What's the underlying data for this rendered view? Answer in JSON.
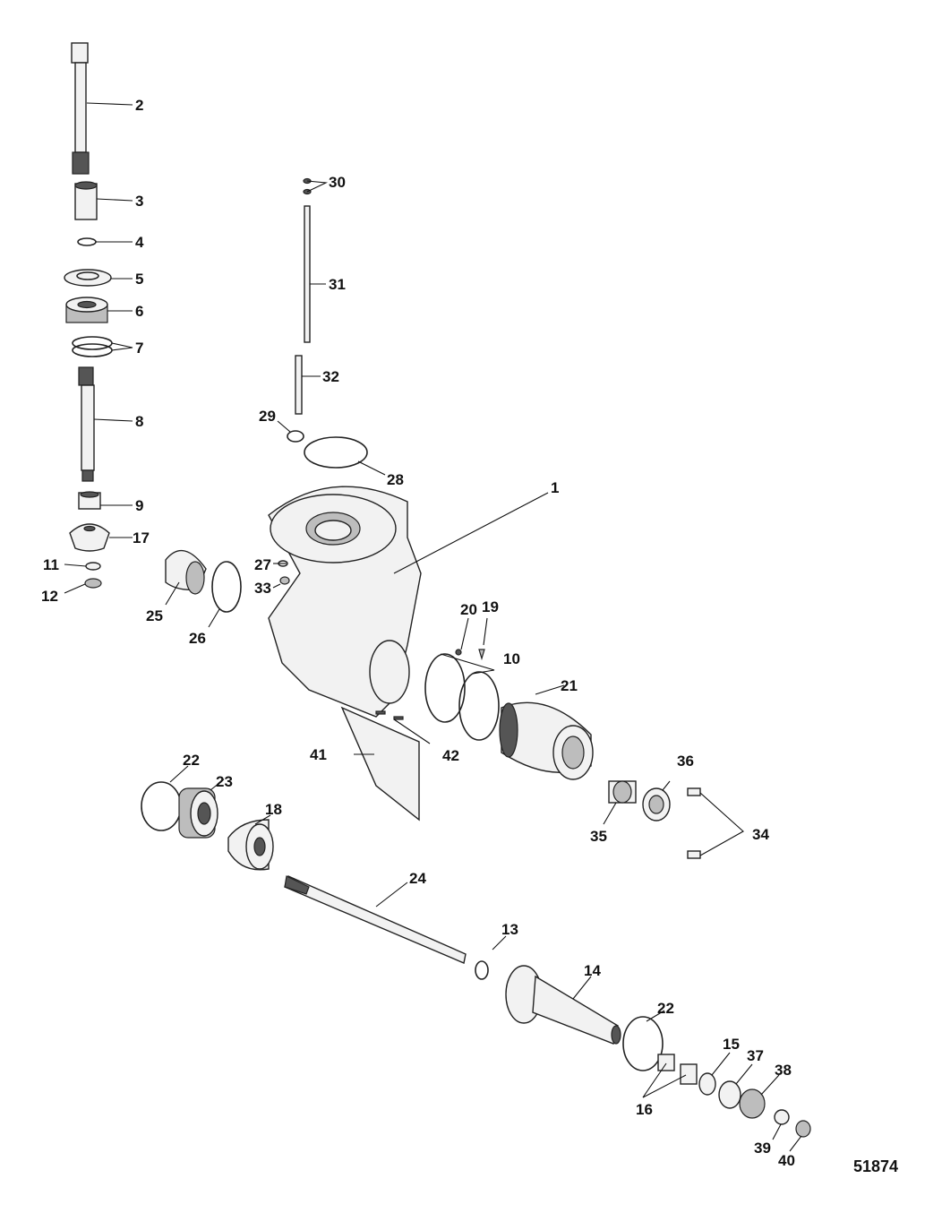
{
  "diagram": {
    "drawing_number": "51874",
    "callouts": [
      {
        "id": "c1",
        "label": "1"
      },
      {
        "id": "c2",
        "label": "2"
      },
      {
        "id": "c3",
        "label": "3"
      },
      {
        "id": "c4",
        "label": "4"
      },
      {
        "id": "c5",
        "label": "5"
      },
      {
        "id": "c6",
        "label": "6"
      },
      {
        "id": "c7",
        "label": "7"
      },
      {
        "id": "c8",
        "label": "8"
      },
      {
        "id": "c9",
        "label": "9"
      },
      {
        "id": "c10",
        "label": "10"
      },
      {
        "id": "c11",
        "label": "11"
      },
      {
        "id": "c12",
        "label": "12"
      },
      {
        "id": "c13",
        "label": "13"
      },
      {
        "id": "c14",
        "label": "14"
      },
      {
        "id": "c15",
        "label": "15"
      },
      {
        "id": "c16",
        "label": "16"
      },
      {
        "id": "c17",
        "label": "17"
      },
      {
        "id": "c18",
        "label": "18"
      },
      {
        "id": "c19",
        "label": "19"
      },
      {
        "id": "c20",
        "label": "20"
      },
      {
        "id": "c21",
        "label": "21"
      },
      {
        "id": "c22a",
        "label": "22"
      },
      {
        "id": "c22b",
        "label": "22"
      },
      {
        "id": "c23",
        "label": "23"
      },
      {
        "id": "c24",
        "label": "24"
      },
      {
        "id": "c25",
        "label": "25"
      },
      {
        "id": "c26",
        "label": "26"
      },
      {
        "id": "c27",
        "label": "27"
      },
      {
        "id": "c28",
        "label": "28"
      },
      {
        "id": "c29",
        "label": "29"
      },
      {
        "id": "c30",
        "label": "30"
      },
      {
        "id": "c31",
        "label": "31"
      },
      {
        "id": "c32",
        "label": "32"
      },
      {
        "id": "c33",
        "label": "33"
      },
      {
        "id": "c34",
        "label": "34"
      },
      {
        "id": "c35",
        "label": "35"
      },
      {
        "id": "c36",
        "label": "36"
      },
      {
        "id": "c37",
        "label": "37"
      },
      {
        "id": "c38",
        "label": "38"
      },
      {
        "id": "c39",
        "label": "39"
      },
      {
        "id": "c40",
        "label": "40"
      },
      {
        "id": "c41",
        "label": "41"
      },
      {
        "id": "c42",
        "label": "42"
      }
    ]
  }
}
